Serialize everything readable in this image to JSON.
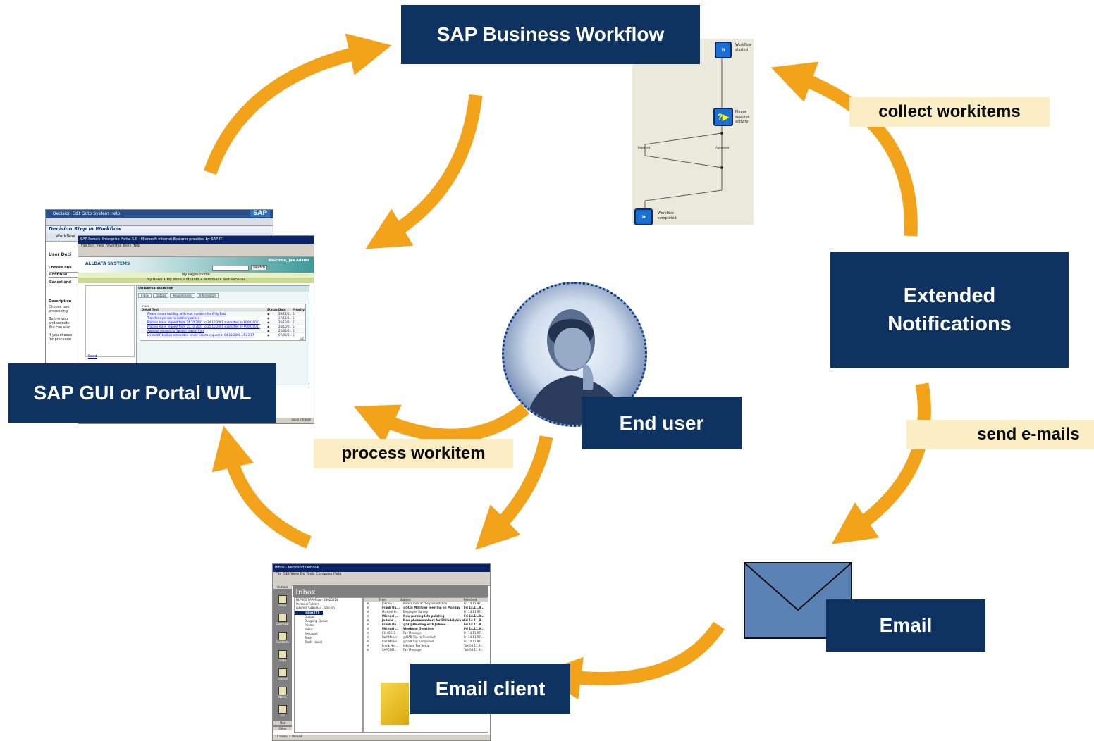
{
  "nodes": {
    "workflow": "SAP Business Workflow",
    "notifications": "Extended Notifications",
    "gui": "SAP GUI or Portal UWL",
    "end_user": "End user",
    "email": "Email",
    "email_client": "Email client"
  },
  "edge_labels": {
    "collect": "collect workitems",
    "send": "send e-mails",
    "process": "process workitem"
  },
  "workflow_diagram": {
    "started": "Workflow started",
    "approve": "Please approve activity",
    "rejected": "Rejected",
    "approved": "Approved",
    "completed": "Workflow completed"
  },
  "sap_gui": {
    "menu": "Decision  Edit  Goto  System  Help",
    "title": "Decision Step in Workflow",
    "toolbar_btn": "Workflow",
    "logo": "SAP",
    "side_labels": [
      "User Deci",
      "Choose one",
      "Continue",
      "Cancel and",
      "Description"
    ],
    "side_text": [
      "Choose one",
      "processing",
      "Before you",
      "and objects",
      "You can also",
      "If you choose",
      "for processin"
    ]
  },
  "portal": {
    "title": "SAP Portals Enterprise Portal 5.0 - Microsoft Internet Explorer provided by SAP IT",
    "menu": "File  Edit  View  Favorites  Tools  Help",
    "brand": "ALLDATA SYSTEMS",
    "welcome": "Welcome, Joe Adams",
    "search_btn": "Search",
    "tabs_line": "My Pages  Home",
    "nav_line": "My News  •  My Work  •  My Info  •  Personal  •  Self-Services",
    "uwl_title": "Universalworklist",
    "uwl_tabs": [
      "Inbox",
      "Outbox",
      "Resubmission",
      "Information"
    ],
    "inbox_label": "Inbox",
    "cols": [
      "Detail Text",
      "Status",
      "Date",
      "Priority"
    ],
    "rows": [
      {
        "text": "Please create building and room numbers for Willy Betz",
        "date": "28/11/01",
        "prio": "5"
      },
      {
        "text": "Transfer a person to another position",
        "date": "27/11/01",
        "prio": "5"
      },
      {
        "text": "Process leave request from 24.10.2001 to 24.10.2001 submitted by P00030011",
        "date": "26/10/01",
        "prio": "5"
      },
      {
        "text": "Process leave request from 25.10.2001 to 25.10.2001 submitted by P00030011",
        "date": "26/10/01",
        "prio": "5"
      },
      {
        "text": "Approve request for Special reason from",
        "date": "25/06/01",
        "prio": "5"
      },
      {
        "text": "Demo WF toolbox embedded email: Create request of 04.12.2001 17:23:17",
        "date": "07/03/01",
        "prio": "5"
      }
    ],
    "page": "1/2",
    "send": "Send",
    "status": "Local intranet"
  },
  "outlook": {
    "title": "Inbox - Microsoft Outlook",
    "menu": "File  Edit  View  Go  Tools  Compose  Help",
    "heading": "Inbox",
    "bar_label": "Outlook",
    "sidebar": [
      "Inbox",
      "Calendar",
      "Contacts",
      "Tasks",
      "Journal",
      "Notes",
      "Ein"
    ],
    "bottom_tabs": [
      "Mail",
      "Other"
    ],
    "folders": [
      "HLP001 SAPoffice - 23625214",
      "Personal Folders",
      "QAV006 SAPoffice - SPEL00",
      "Inbox (7)",
      "Outbox",
      "Outgoing Queue",
      "Private",
      "Public",
      "Resubmit",
      "Trash",
      "Trash - Local"
    ],
    "cols": [
      "From",
      "Subject",
      "Received"
    ],
    "messages": [
      {
        "from": "JoAnne F...",
        "subject": "Please look at the presentation",
        "received": "Fri 14.11.97..."
      },
      {
        "from": "Frank Ou...",
        "subject": "@SC@ Milchner meeting on Monday",
        "received": "Fri 14.11.9..."
      },
      {
        "from": "Michael H...",
        "subject": "Employee Survey",
        "received": "Fri 14.11.97..."
      },
      {
        "from": "Michael ...",
        "subject": "New parking lots painting!",
        "received": "Fri 14.11.9..."
      },
      {
        "from": "JoAnne ...",
        "subject": "New phonenumbers for Philadelphia office",
        "received": "Fri 14.11.9..."
      },
      {
        "from": "Frank Ou...",
        "subject": "@SC@Meeting with JoAnne",
        "received": "Fri 14.11.9..."
      },
      {
        "from": "Michael ...",
        "subject": "Weekend Overtime",
        "received": "Fri 14.11.9..."
      },
      {
        "from": "KH+6237...",
        "subject": "Fax Message",
        "received": "Fri 14.11.97..."
      },
      {
        "from": "Ralf Meyer",
        "subject": "@HAB Trip to Frankfurt",
        "received": "Fri 14.11.97..."
      },
      {
        "from": "Ralf Meyer",
        "subject": "@SUB Trip postponed",
        "received": "Fri 14.11.97..."
      },
      {
        "from": "Frank Hof...",
        "subject": "Inbound Fax Setup",
        "received": "Tue 04.11.9..."
      },
      {
        "from": "SAPCOM...",
        "subject": "Fax Message",
        "received": "Tue 04.11.9..."
      }
    ],
    "status": "11 Items, 4 Unread"
  },
  "colors": {
    "navy": "#0f3360",
    "arrow": "#f2a31a",
    "tag_bg": "#fbeec4",
    "envelope": "#5b82b5"
  }
}
